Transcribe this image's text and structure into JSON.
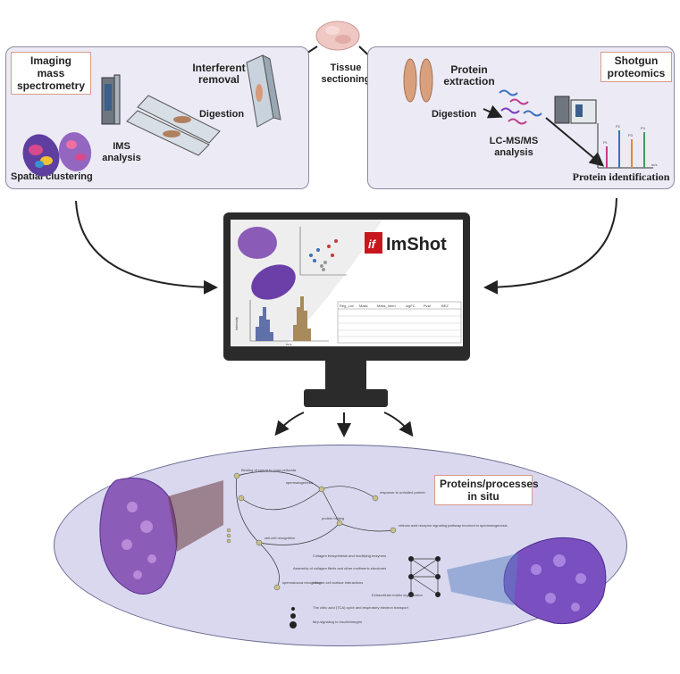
{
  "top_left_panel": {
    "title": "Imaging mass spectrometry",
    "step_interferent": "Interferent removal",
    "step_digestion": "Digestion",
    "step_ims": "IMS analysis",
    "step_clustering": "Spatial clustering"
  },
  "center_top": {
    "tissue_sectioning": "Tissue sectioning"
  },
  "top_right_panel": {
    "title": "Shotgun proteomics",
    "step_extraction": "Protein extraction",
    "step_digestion": "Digestion",
    "step_lcms": "LC-MS/MS analysis",
    "step_identification": "Protein identification",
    "peaks": [
      "P1",
      "P2",
      "P3",
      "P4"
    ],
    "axis": "m/z"
  },
  "monitor": {
    "brand_icon": "if",
    "brand_text": "ImShot",
    "hist_ylabel": "Intensity",
    "hist_xlabel": "m/z",
    "table_headers": [
      "Reg_Loc",
      "Mass",
      "Mass_Inten",
      "logFC",
      "Pval",
      "BEZ"
    ]
  },
  "bottom": {
    "title": "Proteins/processes in situ",
    "network_upper_labels": [
      "Binding of sperm to zona pellucida",
      "spermatogenesis",
      "response to unfolded protein",
      "protein folding",
      "cell-cell recognition",
      "retinoic acid receptor signaling pathway involved in spermatogenesis",
      "spermatozoa recognition"
    ],
    "network_lower_labels": [
      "Collagen biosynthesis and modifying enzymes",
      "Assembly of collagen fibrils and other multimeric structures",
      "Integrin cell surface interactions",
      "Extracellular matrix organization",
      "The citric acid (TCA) cycle and respiratory electron transport",
      "Mrp-signaling to insulin/integrin"
    ]
  },
  "colors": {
    "panel_bg": "#ecebf5",
    "tag_border": "#d99a8c",
    "ellipse_bg": "#d9d8ef",
    "tissue_purple": "#7b55b0",
    "brand_red": "#c8161d"
  }
}
